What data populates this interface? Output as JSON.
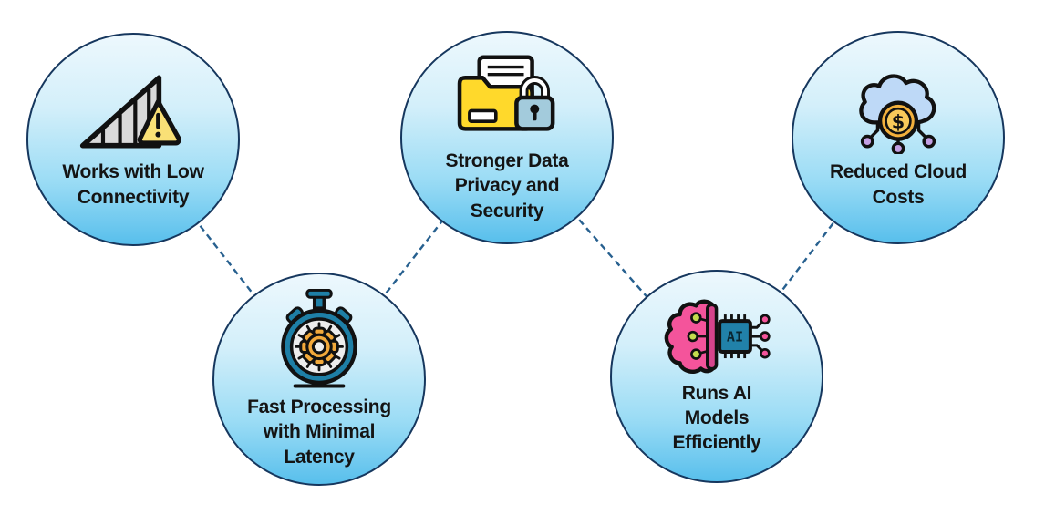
{
  "diagram": {
    "description": "Edge computing benefits diagram: five circular nodes linked by dashed lines in a zigzag layout",
    "nodes": [
      {
        "id": "low-connectivity",
        "label": "Works with Low\nConnectivity",
        "icon": "signal-warning-icon"
      },
      {
        "id": "fast-processing",
        "label": "Fast Processing\nwith Minimal\nLatency",
        "icon": "stopwatch-gear-icon"
      },
      {
        "id": "data-privacy",
        "label": "Stronger Data\nPrivacy and\nSecurity",
        "icon": "folder-lock-icon"
      },
      {
        "id": "ai-models",
        "label": "Runs AI\nModels\nEfficiently",
        "icon": "brain-chip-icon"
      },
      {
        "id": "cloud-costs",
        "label": "Reduced Cloud\nCosts",
        "icon": "cloud-dollar-icon"
      }
    ],
    "chip_text": "AI",
    "coin_symbol": "$",
    "connections": [
      [
        "low-connectivity",
        "fast-processing"
      ],
      [
        "fast-processing",
        "data-privacy"
      ],
      [
        "data-privacy",
        "ai-models"
      ],
      [
        "ai-models",
        "cloud-costs"
      ]
    ],
    "colors": {
      "circle_border": "#16375E",
      "circle_fill_top": "#EDF8FD",
      "circle_fill_bottom": "#58BFEC",
      "connector": "#27608F",
      "text": "#141414",
      "bars_gray": "#D9D9D9",
      "warning_yellow": "#F9E076",
      "stopwatch_teal": "#1E7FA6",
      "gear_orange": "#F2A93B",
      "folder_yellow": "#FFD92B",
      "lock_blue": "#A3CBDC",
      "brain_pink": "#F4549B",
      "brain_strip_pink": "#D6448C",
      "node_green": "#C3DC4E",
      "chip_teal": "#2181A9",
      "cloud_blue": "#BED9F7",
      "coin_gold": "#F3B03C",
      "coin_inner_gold": "#F8C95A",
      "dot_purple": "#C39FE3",
      "outline_black": "#111111"
    }
  }
}
